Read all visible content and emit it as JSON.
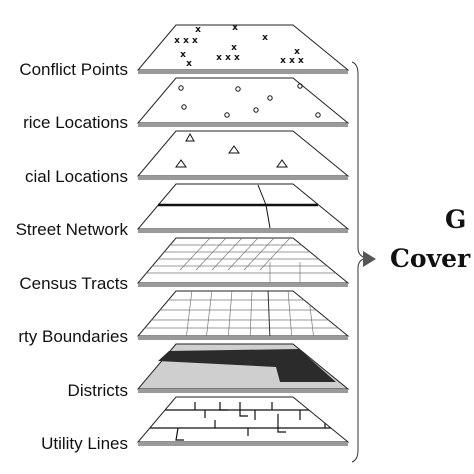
{
  "layers": [
    {
      "key": "conflict",
      "label": "Conflict Points"
    },
    {
      "key": "service",
      "label": "rice Locations"
    },
    {
      "key": "special",
      "label": "cial Locations"
    },
    {
      "key": "street",
      "label": "Street Network"
    },
    {
      "key": "census",
      "label": "Census Tracts"
    },
    {
      "key": "property",
      "label": "rty Boundaries"
    },
    {
      "key": "districts",
      "label": "Districts"
    },
    {
      "key": "utility",
      "label": "Utility Lines"
    }
  ],
  "output_label": {
    "line1": "G",
    "line2": "Cover"
  },
  "symbols": {
    "conflict": "x-mark",
    "service": "circle",
    "special": "triangle"
  },
  "colors": {
    "ink": "#111111",
    "layer_fill": "#ffffff",
    "layer_edge": "#8a8a8a",
    "district_dark": "#2b2b2b",
    "district_light": "#cfcfcf",
    "arrow": "#555555"
  }
}
